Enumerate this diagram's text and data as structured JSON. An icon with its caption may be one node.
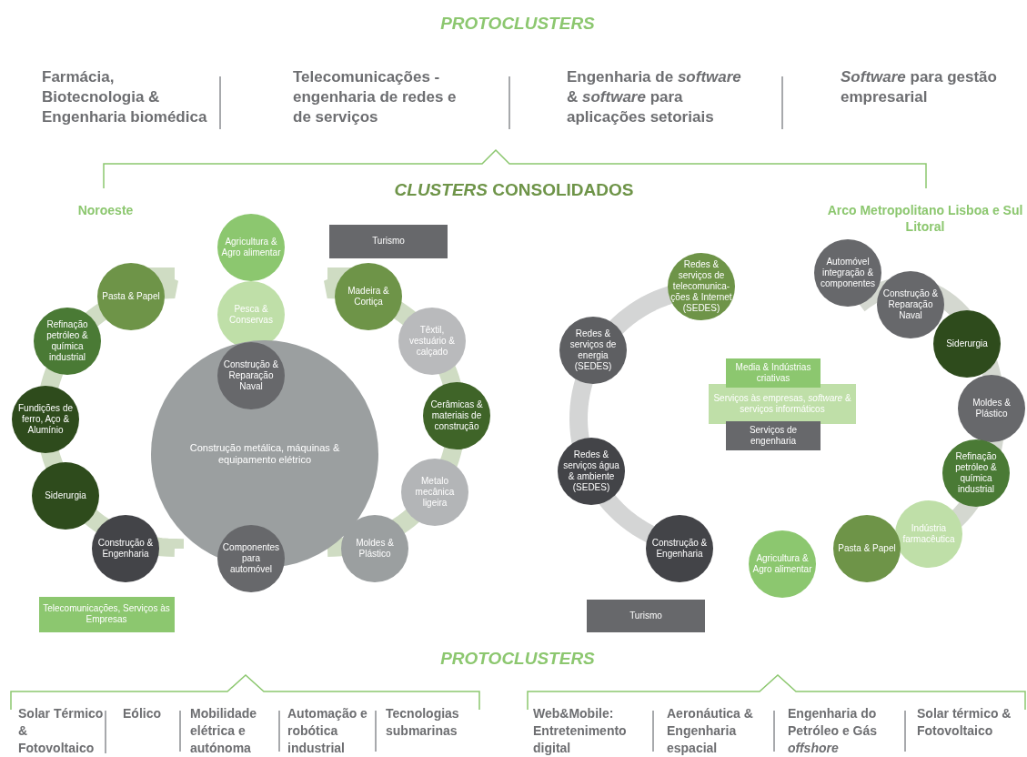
{
  "diagram": {
    "nodes": [
      {
        "text": [
          "Agricultura & Agro alimentar"
        ]
      },
      {
        "text": [
          "Pesca & Conservas"
        ]
      },
      {
        "text": [
          "Construção metálica, máquinas & equipamento elétrico"
        ]
      },
      {
        "text": [
          "Construção & Reparação Naval"
        ],
        "in": 2
      },
      {
        "text": [
          "Componentes para automóvel"
        ]
      },
      {
        "text": [
          "Pasta & Papel"
        ]
      },
      {
        "text": [
          "Refinação petróleo & química industrial"
        ]
      },
      {
        "text": [
          "Fundições de ferro, Aço & Alumínio"
        ]
      },
      {
        "text": [
          "Siderurgia"
        ]
      },
      {
        "text": [
          "Construção & Engenharia"
        ]
      },
      {
        "text": [
          "Turismo"
        ]
      },
      {
        "text": [
          "Madeira & Cortiça"
        ]
      },
      {
        "text": [
          "Têxtil, vestuário & calçado"
        ]
      },
      {
        "text": [
          "Cerâmicas & materiais de construção"
        ]
      },
      {
        "text": [
          "Metalo mecânica ligeira"
        ]
      },
      {
        "text": [
          "Moldes & Plástico"
        ]
      },
      {
        "text": [
          "Telecomunicações, Serviços às Empresas"
        ]
      },
      {
        "text": [
          "Redes & serviços de telecomunica-ções & Internet (SEDES)"
        ]
      },
      {
        "text": [
          "Redes & serviços de energia (SEDES)"
        ]
      },
      {
        "text": [
          "Media & Indústrias criativas"
        ]
      },
      {
        "text": [
          "Serviços às empresas, *software* & serviços informáticos"
        ]
      },
      {
        "text": [
          "Serviços de engenharia"
        ]
      },
      {
        "text": [
          "Redes & serviços água & ambiente (SEDES)"
        ]
      },
      {
        "text": [
          "Construção & Engenharia"
        ]
      },
      {
        "text": [
          "Turismo"
        ]
      },
      {
        "text": [
          "Automóvel integração & componentes"
        ]
      },
      {
        "text": [
          "Construção & Reparação Naval"
        ]
      },
      {
        "text": [
          "Siderurgia"
        ]
      },
      {
        "text": [
          "Moldes & Plástico"
        ]
      },
      {
        "text": [
          "Refinação petróleo & química industrial"
        ]
      },
      {
        "text": [
          "Indústria farmacêutica"
        ]
      },
      {
        "text": [
          "Pasta & Papel"
        ]
      },
      {
        "text": [
          "Agricultura & Agro alimentar"
        ]
      }
    ],
    "labels": [
      "PROTOCLUSTERS",
      "Farmácia, Biotecnologia & Engenharia biomédica",
      "Telecomunicações - engenharia de redes e de serviços",
      "Engenharia de *software* & *software* para aplicações setoriais",
      "*Software* para gestão empresarial",
      "*CLUSTERS* CONSOLIDADOS",
      "Noroeste",
      "Arco Metropolitano Lisboa e Sul Litoral",
      "PROTOCLUSTERS",
      "Solar Térmico & Fotovoltaico",
      "Eólico",
      "Mobilidade elétrica e autónoma",
      "Automação e robótica industrial",
      "Tecnologias submarinas",
      "Web&Mobile: Entretenimento digital",
      "Aeronáutica & Engenharia espacial",
      "Engenharia do Petróleo e Gás *offshore*",
      "Solar térmico & Fotovoltaico"
    ]
  }
}
